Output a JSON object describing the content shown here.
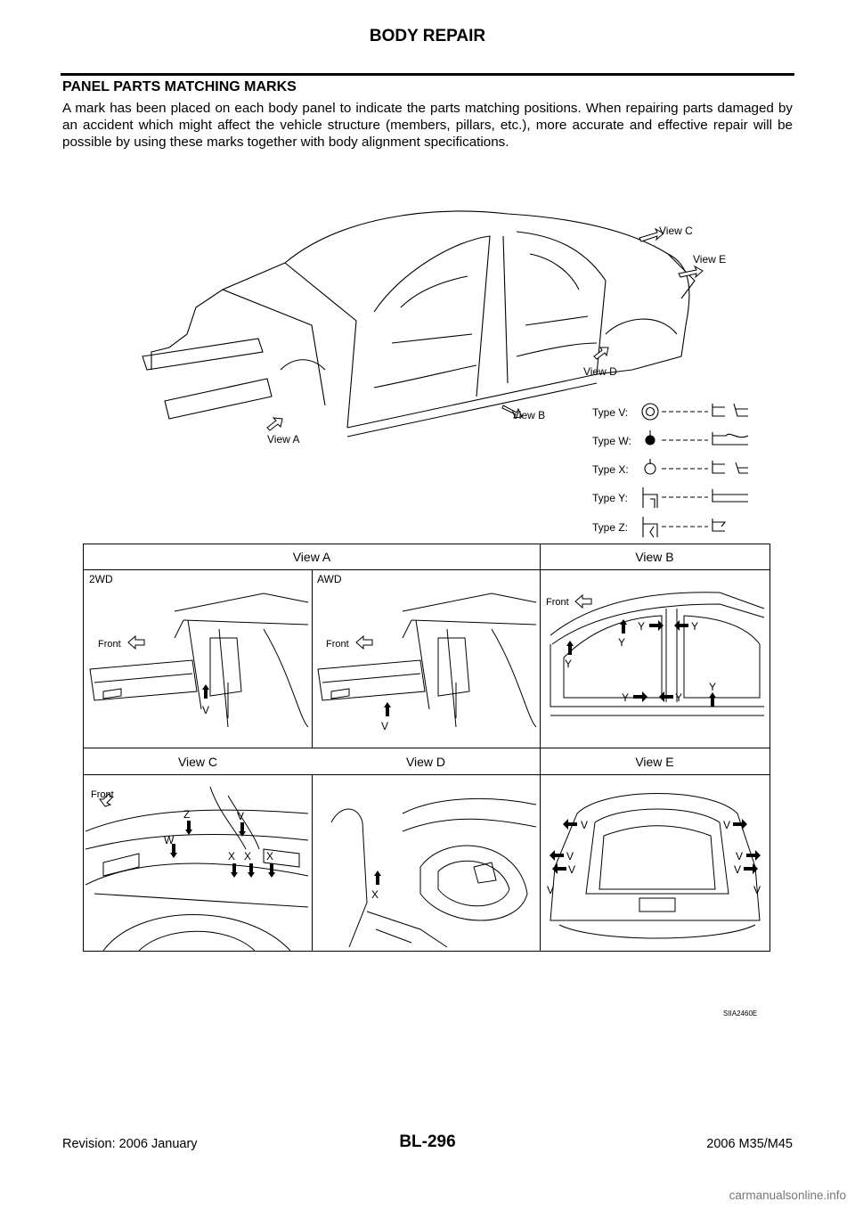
{
  "header": {
    "title": "BODY REPAIR"
  },
  "section": {
    "title": "PANEL PARTS MATCHING MARKS",
    "intro": "A mark has been placed on each body panel to indicate the parts matching positions. When repairing parts damaged by an accident which might affect the vehicle structure (members, pillars, etc.), more accurate and effective repair will be possible by using these marks together with body alignment specifications."
  },
  "main_figure": {
    "views": [
      "View A",
      "View B",
      "View C",
      "View D",
      "View E"
    ],
    "types": [
      "Type V:",
      "Type W:",
      "Type X:",
      "Type Y:",
      "Type Z:"
    ],
    "icons": [
      "car-body-shell-drawing",
      "hollow-arrow-icon",
      "mark-symbol-icon"
    ]
  },
  "grid": {
    "row1": {
      "view_a": "View A",
      "view_b": "View B",
      "label_2wd": "2WD",
      "label_awd": "AWD"
    },
    "row2": {
      "view_c": "View C",
      "view_d": "View D",
      "view_e": "View E"
    },
    "front": "Front",
    "marks": {
      "v": "V",
      "w": "W",
      "x": "X",
      "y": "Y",
      "z": "Z"
    }
  },
  "figure_code": "SIIA2460E",
  "footer": {
    "revision": "Revision: 2006 January",
    "page": "BL-296",
    "model": "2006 M35/M45"
  },
  "watermark": "carmanualsonline.info"
}
